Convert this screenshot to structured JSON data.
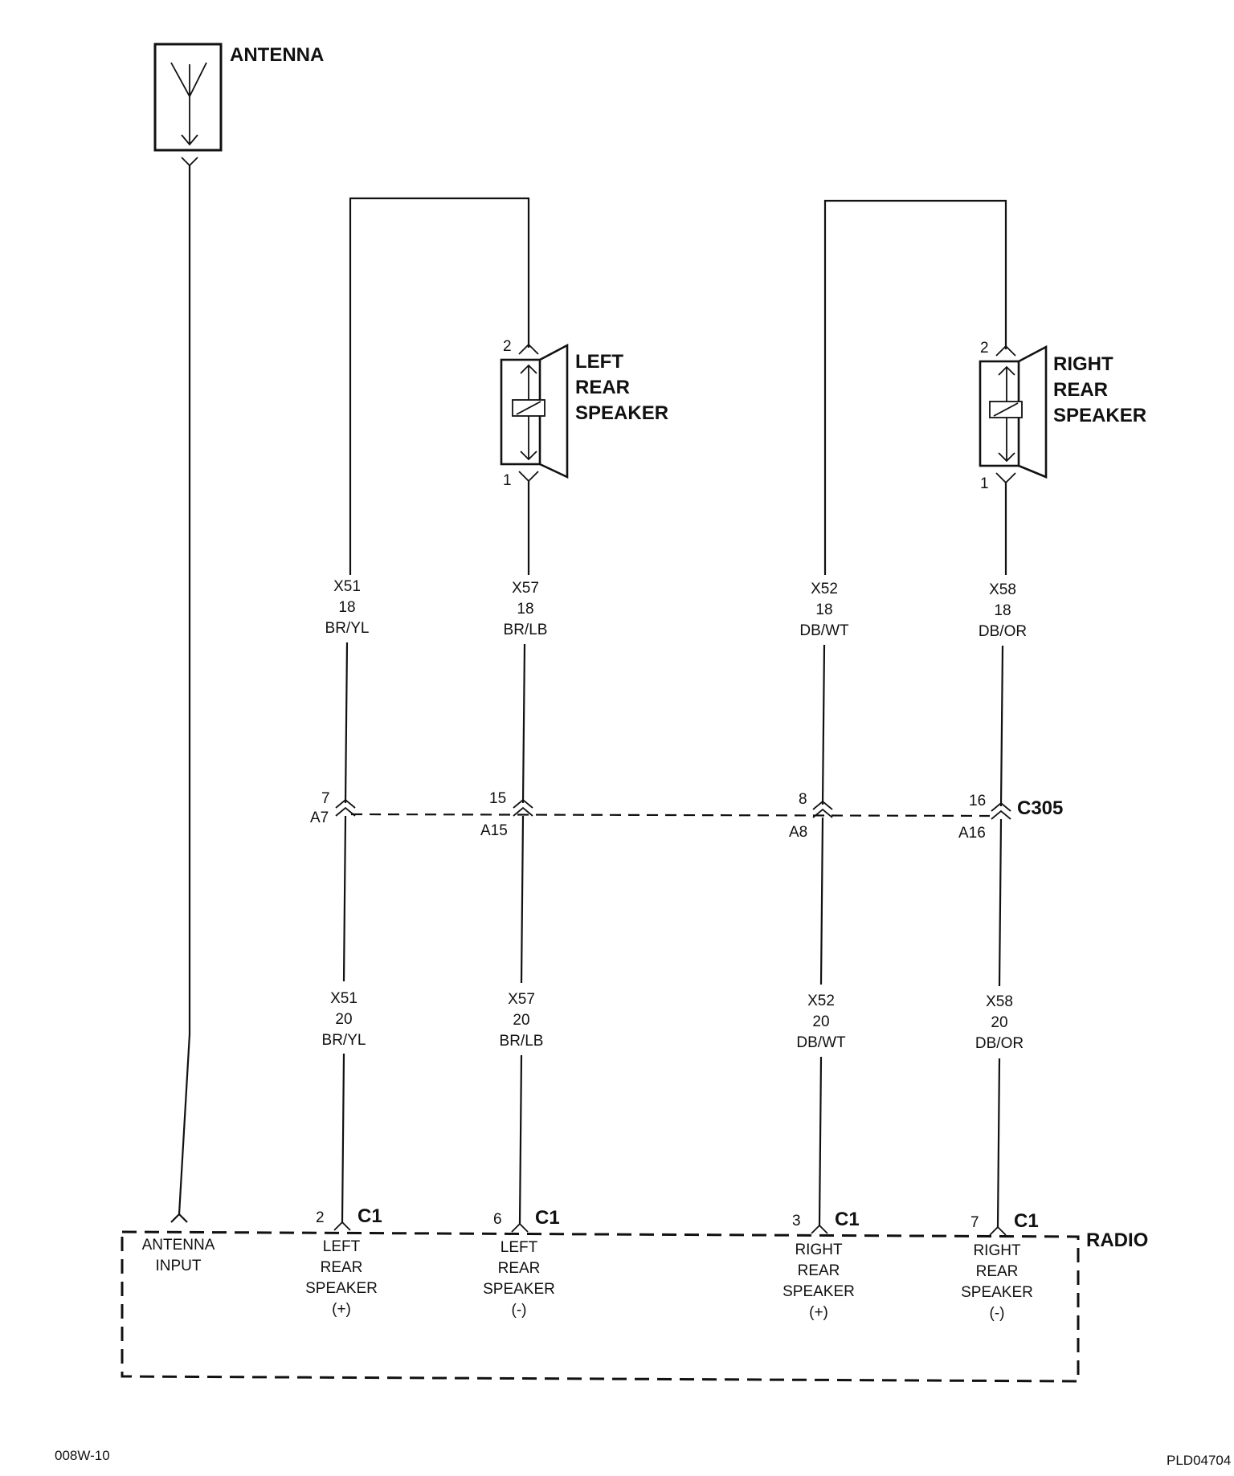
{
  "antenna": {
    "label": "ANTENNA"
  },
  "left_speaker": {
    "label_lines": [
      "LEFT",
      "REAR",
      "SPEAKER"
    ],
    "pin_top": "2",
    "pin_bottom": "1"
  },
  "right_speaker": {
    "label_lines": [
      "RIGHT",
      "REAR",
      "SPEAKER"
    ],
    "pin_top": "2",
    "pin_bottom": "1"
  },
  "upper_wires": [
    {
      "circuit": "X51",
      "gauge": "18",
      "color": "BR/YL"
    },
    {
      "circuit": "X57",
      "gauge": "18",
      "color": "BR/LB"
    },
    {
      "circuit": "X52",
      "gauge": "18",
      "color": "DB/WT"
    },
    {
      "circuit": "X58",
      "gauge": "18",
      "color": "DB/OR"
    }
  ],
  "connector_c305": {
    "name": "C305",
    "pins": [
      {
        "pin": "7",
        "cavity": "A7"
      },
      {
        "pin": "15",
        "cavity": "A15"
      },
      {
        "pin": "8",
        "cavity": "A8"
      },
      {
        "pin": "16",
        "cavity": "A16"
      }
    ]
  },
  "lower_wires": [
    {
      "circuit": "X51",
      "gauge": "20",
      "color": "BR/YL"
    },
    {
      "circuit": "X57",
      "gauge": "20",
      "color": "BR/LB"
    },
    {
      "circuit": "X52",
      "gauge": "20",
      "color": "DB/WT"
    },
    {
      "circuit": "X58",
      "gauge": "20",
      "color": "DB/OR"
    }
  ],
  "radio": {
    "label": "RADIO",
    "antenna_input": [
      "ANTENNA",
      "INPUT"
    ],
    "terminals": [
      {
        "pin": "2",
        "connector": "C1",
        "lines": [
          "LEFT",
          "REAR",
          "SPEAKER",
          "(+)"
        ]
      },
      {
        "pin": "6",
        "connector": "C1",
        "lines": [
          "LEFT",
          "REAR",
          "SPEAKER",
          "(-)"
        ]
      },
      {
        "pin": "3",
        "connector": "C1",
        "lines": [
          "RIGHT",
          "REAR",
          "SPEAKER",
          "(+)"
        ]
      },
      {
        "pin": "7",
        "connector": "C1",
        "lines": [
          "RIGHT",
          "REAR",
          "SPEAKER",
          "(-)"
        ]
      }
    ]
  },
  "footer": {
    "left_code": "008W-10",
    "right_code": "PLD04704"
  }
}
